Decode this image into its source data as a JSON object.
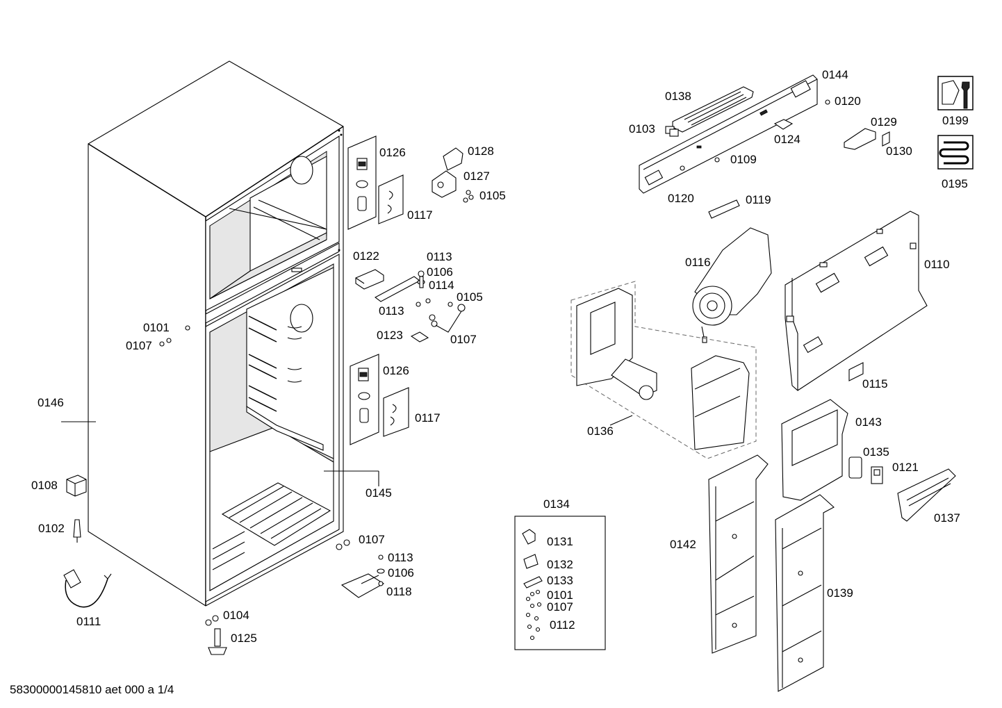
{
  "labels": {
    "p0101a": "0101",
    "p0101b": "0101",
    "p0102": "0102",
    "p0103": "0103",
    "p0104": "0104",
    "p0105a": "0105",
    "p0105b": "0105",
    "p0106a": "0106",
    "p0106b": "0106",
    "p0107a": "0107",
    "p0107b": "0107",
    "p0107c": "0107",
    "p0107d": "0107",
    "p0108": "0108",
    "p0109": "0109",
    "p0110": "0110",
    "p0111": "0111",
    "p0112": "0112",
    "p0113a": "0113",
    "p0113b": "0113",
    "p0113c": "0113",
    "p0114": "0114",
    "p0115": "0115",
    "p0116": "0116",
    "p0117a": "0117",
    "p0117b": "0117",
    "p0118": "0118",
    "p0119": "0119",
    "p0120a": "0120",
    "p0120b": "0120",
    "p0121": "0121",
    "p0122": "0122",
    "p0123": "0123",
    "p0124": "0124",
    "p0125": "0125",
    "p0126a": "0126",
    "p0126b": "0126",
    "p0127": "0127",
    "p0128": "0128",
    "p0129": "0129",
    "p0130": "0130",
    "p0131": "0131",
    "p0132": "0132",
    "p0133": "0133",
    "p0134": "0134",
    "p0135": "0135",
    "p0136": "0136",
    "p0137": "0137",
    "p0138": "0138",
    "p0139": "0139",
    "p0142": "0142",
    "p0143": "0143",
    "p0144": "0144",
    "p0145": "0145",
    "p0146": "0146",
    "p0195": "0195",
    "p0199": "0199"
  },
  "footer": "58300000145810 aet 000 a 1/4",
  "icons": {
    "service": "wrench-nut-icon",
    "heater": "heating-coil-icon"
  }
}
